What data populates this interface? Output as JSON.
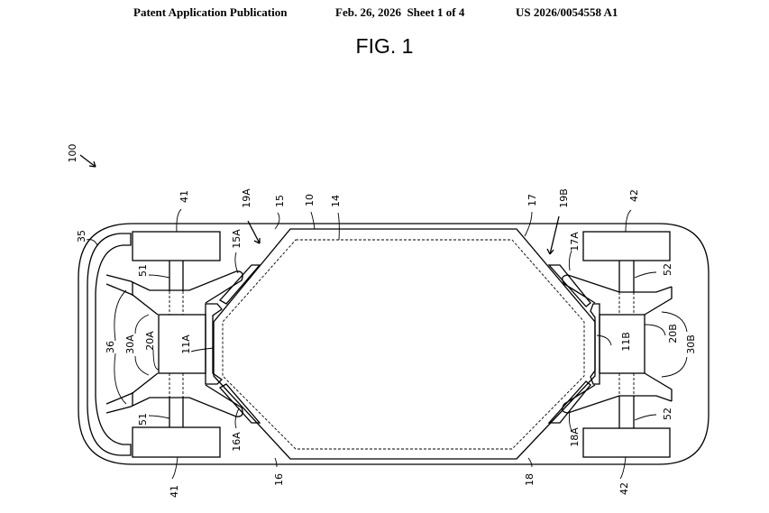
{
  "header": {
    "publication": "Patent Application Publication",
    "date_sheet": "Feb. 26, 2026  Sheet 1 of 4",
    "number": "US 2026/0054558 A1"
  },
  "figure": {
    "title": "FIG. 1",
    "labels": {
      "l100": "100",
      "l41a": "41",
      "l41b": "41",
      "l35": "35",
      "l51a": "51",
      "l51b": "51",
      "l36": "36",
      "l30A": "30A",
      "l20A": "20A",
      "l11A": "11A",
      "l15A": "15A",
      "l19A": "19A",
      "l15": "15",
      "l10": "10",
      "l14": "14",
      "l16A": "16A",
      "l16": "16",
      "l17": "17",
      "l19B": "19B",
      "l17A": "17A",
      "l18A": "18A",
      "l18": "18",
      "l11B": "11B",
      "l20B": "20B",
      "l30B": "30B",
      "l52a": "52",
      "l52b": "52",
      "l42a": "42",
      "l42b": "42"
    }
  }
}
